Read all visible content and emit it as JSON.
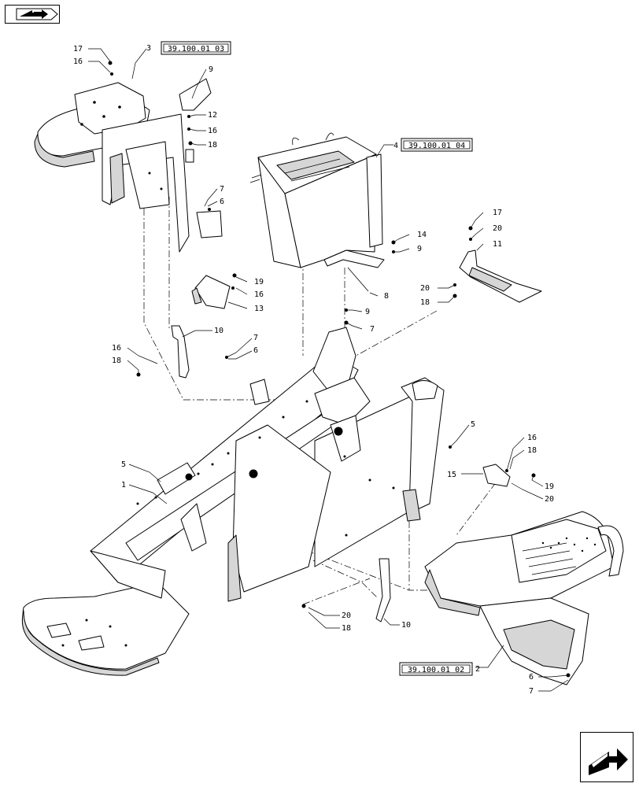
{
  "callouts": {
    "c17a": "17",
    "c16a": "16",
    "c3": "3",
    "c9a": "9",
    "c12": "12",
    "c16b": "16",
    "c18a": "18",
    "c7a": "7",
    "c6a": "6",
    "c4": "4",
    "c17b": "17",
    "c20a": "20",
    "c11": "11",
    "c14": "14",
    "c9b": "9",
    "c19a": "19",
    "c16c": "16",
    "c13": "13",
    "c8": "8",
    "c20b": "20",
    "c18b": "18",
    "c9c": "9",
    "c7b": "7",
    "c10a": "10",
    "c16d": "16",
    "c18c": "18",
    "c7c": "7",
    "c6b": "6",
    "c5a": "5",
    "c5b": "5",
    "c1": "1",
    "c16e": "16",
    "c18d": "18",
    "c15": "15",
    "c19b": "19",
    "c20c": "20",
    "c20d": "20",
    "c18e": "18",
    "c10b": "10",
    "c2": "2",
    "c6c": "6",
    "c7d": "7"
  },
  "references": {
    "ref_top": "39.100.01 03",
    "ref_mid": "39.100.01 04",
    "ref_bottom": "39.100.01 02"
  },
  "nav": {
    "top_left_icon": "back-arrow-icon",
    "bottom_right_icon": "next-arrow-icon"
  }
}
